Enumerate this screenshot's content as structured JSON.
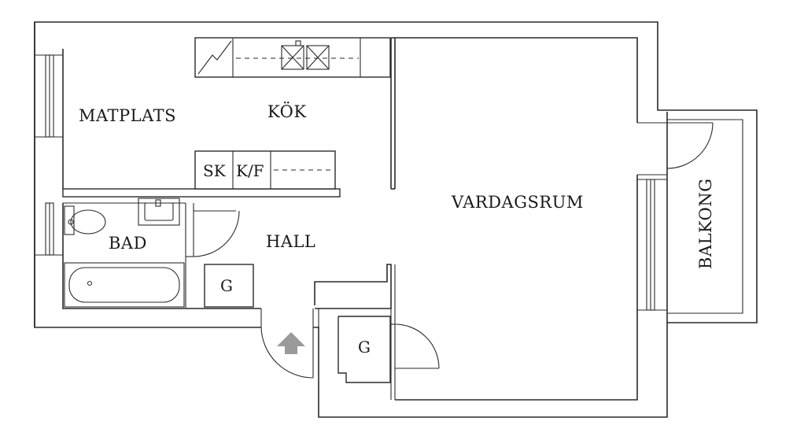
{
  "rooms": {
    "matplats": "MATPLATS",
    "kok": "KÖK",
    "vardagsrum": "VARDAGSRUM",
    "bad": "BAD",
    "hall": "HALL",
    "balkong": "BALKONG"
  },
  "fixtures": {
    "sk": "SK",
    "kf": "K/F",
    "garderob_hall": "G",
    "garderob_vardagsrum": "G"
  },
  "colors": {
    "wall": "#2a2a2a",
    "entrance_arrow": "#9a9a9a",
    "background": "#ffffff"
  }
}
